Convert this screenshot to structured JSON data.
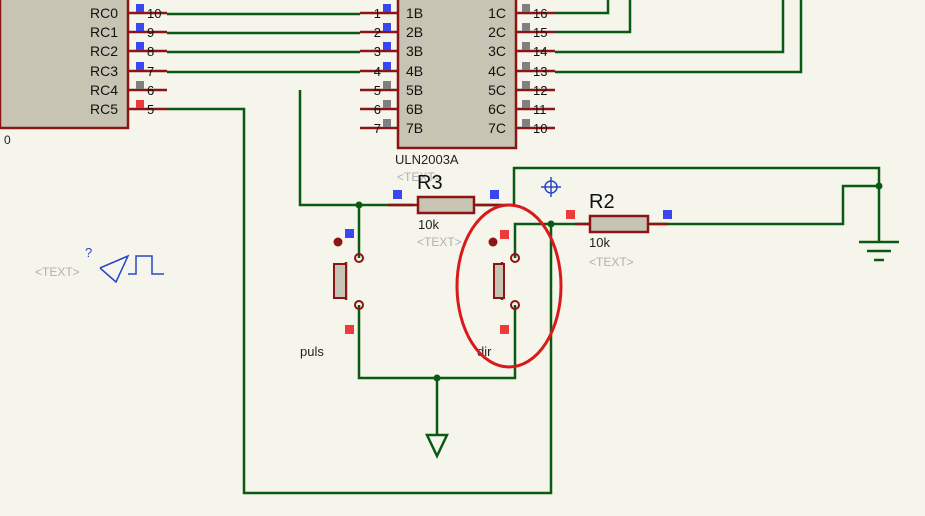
{
  "mcu": {
    "pin_labels": [
      "RC0",
      "RC1",
      "RC2",
      "RC3",
      "RC4",
      "RC5"
    ],
    "pin_numbers": [
      "10",
      "9",
      "8",
      "7",
      "6",
      "5"
    ],
    "edge_label": "0"
  },
  "uln": {
    "name": "ULN2003A",
    "text_placeholder": "<TEXT>",
    "in_pins": [
      "1",
      "2",
      "3",
      "4",
      "5",
      "6",
      "7"
    ],
    "in_labels": [
      "1B",
      "2B",
      "3B",
      "4B",
      "5B",
      "6B",
      "7B"
    ],
    "out_labels": [
      "1C",
      "2C",
      "3C",
      "4C",
      "5C",
      "6C",
      "7C"
    ],
    "out_pins": [
      "16",
      "15",
      "14",
      "13",
      "12",
      "11",
      "10"
    ]
  },
  "r3": {
    "ref": "R3",
    "value": "10k",
    "text": "<TEXT>"
  },
  "r2": {
    "ref": "R2",
    "value": "10k",
    "text": "<TEXT>"
  },
  "generator": {
    "text": "<TEXT>",
    "question": "?"
  },
  "buttons": {
    "puls": "puls",
    "dir": "dir"
  },
  "colors": {
    "background": "#f5f5ec",
    "wire": "#0b5a14",
    "component": "#8b1414",
    "chip_fill": "#c8c4b4",
    "pin_blue": "#3a46f0",
    "pin_red": "#f03a3a",
    "pin_gray": "#808080",
    "annotation": "#d81a1a",
    "generator": "#2a46c8"
  }
}
